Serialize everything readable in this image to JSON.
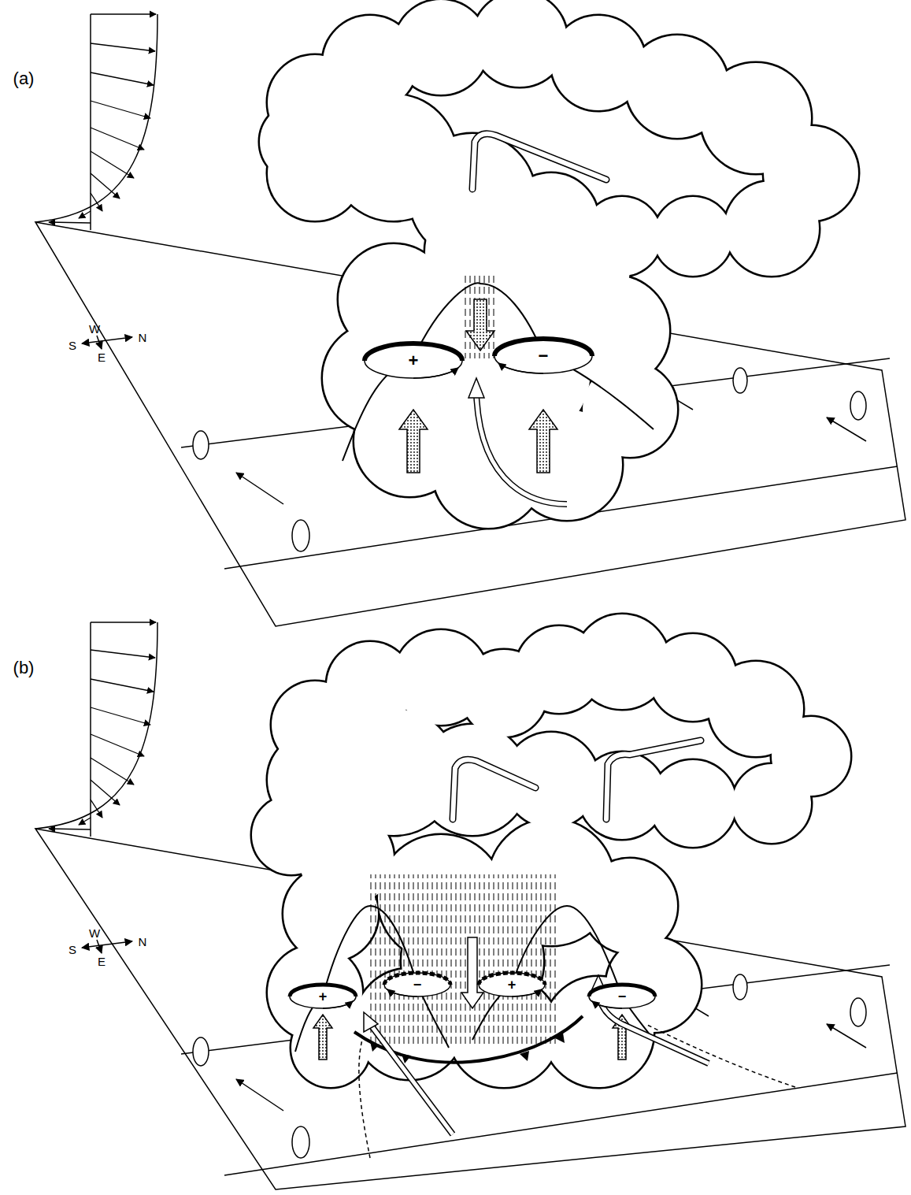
{
  "diagram": {
    "labels": [
      "(a)",
      "W",
      "S",
      "N",
      "E",
      "+",
      "−",
      "(b)",
      "W",
      "S",
      "N",
      "E",
      "+",
      "−",
      "+",
      "−"
    ]
  }
}
